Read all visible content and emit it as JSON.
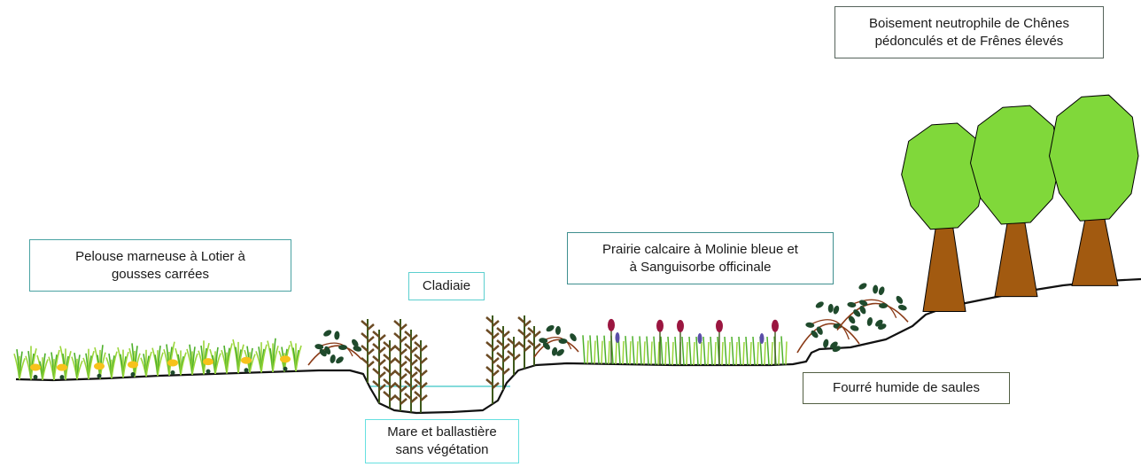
{
  "labels": {
    "boisement": [
      "Boisement neutrophile de Chênes",
      "pédonculés et de Frênes élevés"
    ],
    "pelouse": [
      "Pelouse marneuse à Lotier à",
      "gousses carrées"
    ],
    "cladiaie": [
      "Cladiaie"
    ],
    "prairie": [
      "Prairie calcaire à Molinie bleue et",
      "à Sanguisorbe officinale"
    ],
    "fourre": [
      "Fourré humide de saules"
    ],
    "mare": [
      "Mare et ballastière",
      "sans végétation"
    ]
  },
  "colors": {
    "ground": "#111111",
    "water": "#5ccfcf",
    "grass": "#4db02a",
    "grass_light": "#9ad63a",
    "lotus_flower": "#f7c21b",
    "reed_stem": "#3e5a1c",
    "reed_head": "#6b4a23",
    "shrub_leaf": "#1f4a2c",
    "shrub_branch": "#8a3a16",
    "sanguisorba": "#9b1640",
    "molinia": "#5a4ea8",
    "tree_crown": "#80d83a",
    "tree_trunk": "#a25a10"
  }
}
